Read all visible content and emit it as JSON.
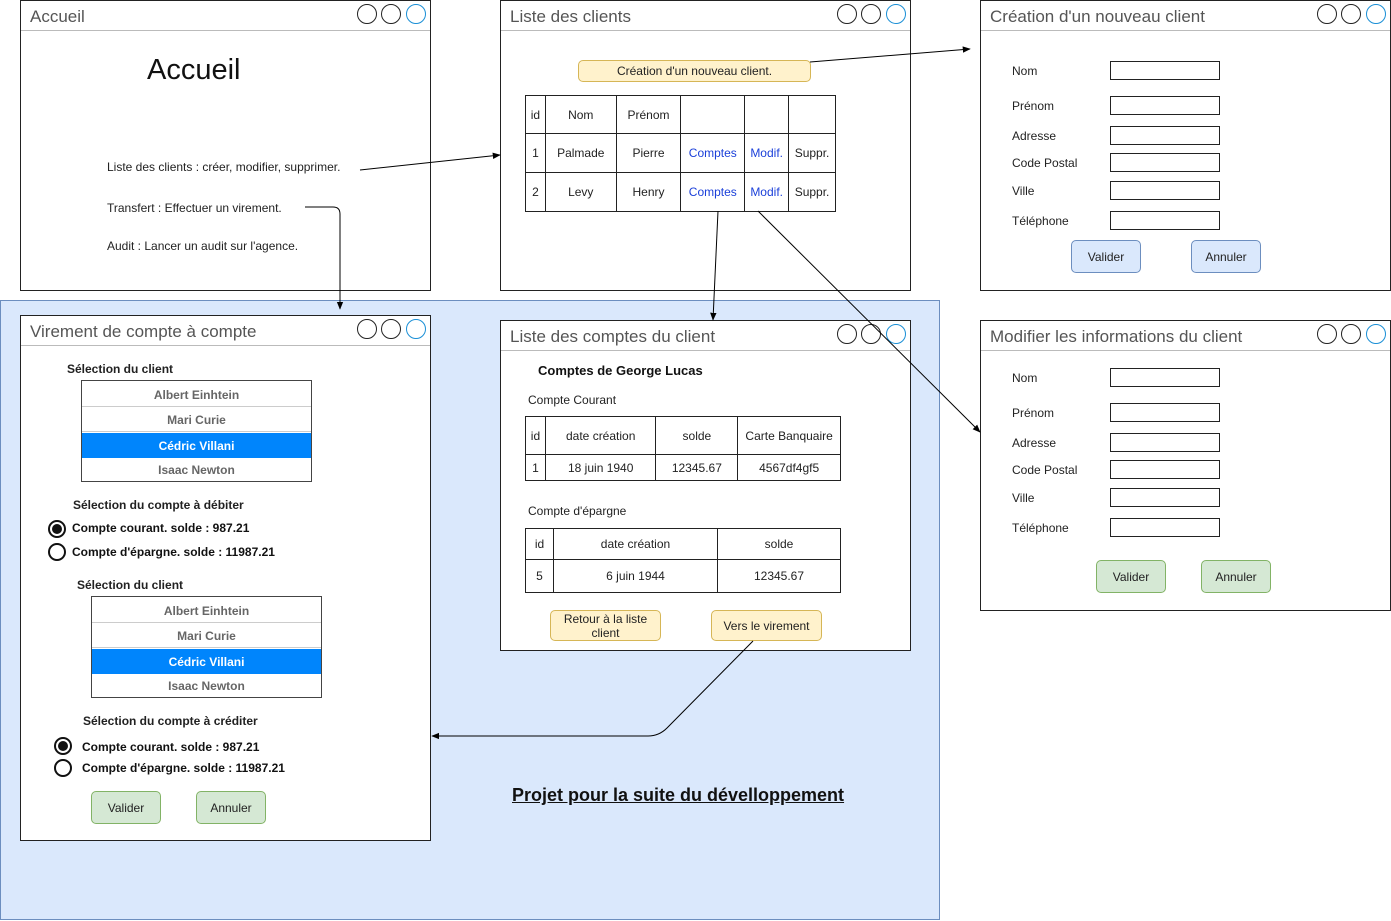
{
  "footer_label": "Projet pour la suite du dévelloppement",
  "accueil": {
    "title": "Accueil",
    "heading": "Accueil",
    "links": [
      "Liste des clients : créer, modifier,  supprimer.",
      "Transfert : Effectuer un virement.",
      "Audit : Lancer un audit sur l'agence."
    ]
  },
  "clients": {
    "title": "Liste des clients",
    "create_button": "Création d'un nouveau client.",
    "headers": [
      "id",
      "Nom",
      "Prénom",
      "",
      "",
      ""
    ],
    "rows": [
      {
        "id": "1",
        "nom": "Palmade",
        "prenom": "Pierre",
        "comptes": "Comptes",
        "modif": "Modif.",
        "suppr": "Suppr."
      },
      {
        "id": "2",
        "nom": "Levy",
        "prenom": "Henry",
        "comptes": "Comptes",
        "modif": "Modif.",
        "suppr": "Suppr."
      }
    ]
  },
  "creation": {
    "title": "Création d'un nouveau client",
    "fields": [
      "Nom",
      "Prénom",
      "Adresse",
      "Code Postal",
      "Ville",
      "Téléphone"
    ],
    "validate": "Valider",
    "cancel": "Annuler"
  },
  "modification": {
    "title": "Modifier les informations du client",
    "fields": [
      "Nom",
      "Prénom",
      "Adresse",
      "Code Postal",
      "Ville",
      "Téléphone"
    ],
    "validate": "Valider",
    "cancel": "Annuler"
  },
  "comptes": {
    "title": "Liste des comptes du client",
    "heading": "Comptes de George Lucas",
    "courant": {
      "label": "Compte Courant",
      "headers": [
        "id",
        "date création",
        "solde",
        "Carte Banquaire"
      ],
      "row": [
        "1",
        "18 juin 1940",
        "12345.67",
        "4567df4gf5"
      ]
    },
    "epargne": {
      "label": "Compte d'épargne",
      "headers": [
        "id",
        "date création",
        "solde"
      ],
      "row": [
        "5",
        "6 juin 1944",
        "12345.67"
      ]
    },
    "back_button": "Retour à la liste client",
    "transfer_button": "Vers le virement"
  },
  "virement": {
    "title": "Virement de compte à compte",
    "debit": {
      "client_label": "Sélection du client",
      "clients": [
        "Albert Einhtein",
        "Mari Curie",
        "Cédric Villani",
        "Isaac Newton"
      ],
      "selected_index": 2,
      "account_label": "Sélection du compte à débiter",
      "accounts": [
        "Compte courant. solde : 987.21",
        "Compte d'épargne. solde : 11987.21"
      ],
      "selected_account": 0
    },
    "credit": {
      "client_label": "Sélection du client",
      "clients": [
        "Albert Einhtein",
        "Mari Curie",
        "Cédric Villani",
        "Isaac Newton"
      ],
      "selected_index": 2,
      "account_label": "Sélection du compte à créditer",
      "accounts": [
        "Compte courant. solde : 987.21",
        "Compte d'épargne. solde : 11987.21"
      ],
      "selected_account": 0
    },
    "validate": "Valider",
    "cancel": "Annuler"
  },
  "colors": {
    "zone_fill": "#dae8fc",
    "selected_item": "#0085fc",
    "link": "#1a3fd9",
    "yellow_button": "#fff2cc",
    "green_button": "#d5e8d4"
  }
}
